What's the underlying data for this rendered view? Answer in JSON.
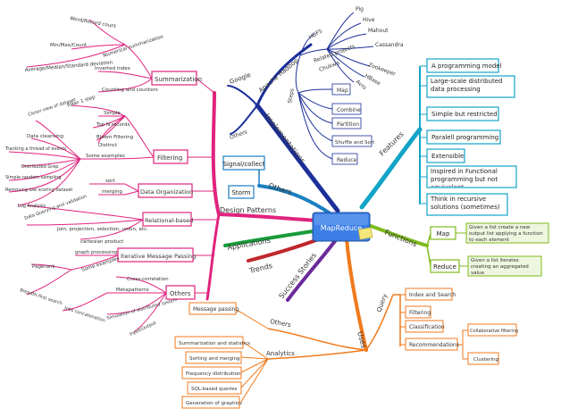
{
  "center": {
    "label": "MapReduce"
  },
  "colors": {
    "design": "#e0237e",
    "impl": "#1b2f9a",
    "features": "#11a4c8",
    "functions": "#7dbb1a",
    "uses": "#f07a1c",
    "success": "#6b2a9a",
    "trends": "#c0262c",
    "applications": "#189b3a",
    "others_top": "#1a7fc0",
    "center_fill": "#3b7fe6",
    "note": "#f4e77a"
  },
  "main_branches": {
    "design_patterns": "Design Patterns",
    "implementations": "Implementations",
    "features": "Features",
    "functions": "Functions",
    "uses": "Uses",
    "success_stories": "Success Stories",
    "trends": "Trends",
    "applications": "Applications",
    "others": "Others"
  },
  "others_top": {
    "items": [
      "Signal/collect",
      "Storm"
    ]
  },
  "features": {
    "items": [
      "A programming model",
      "Large-scale distributed data processing",
      "Simple but restricted",
      "Paralell programming",
      "Extensible",
      "Inspired in Functional programming but not equivalent",
      "Think in recursive solutions (sometimes)"
    ]
  },
  "functions": {
    "items": [
      {
        "name": "Map",
        "desc": "Given a list create a new output list applying a function to each element"
      },
      {
        "name": "Reduce",
        "desc": "Given a list iterates creating an aggregated value"
      }
    ]
  },
  "implementations": {
    "google": "Google",
    "others": "Others",
    "apache_hadoop": "Apache Hadoop",
    "hdfs": "HDFS",
    "related_projects": "Related projects",
    "chukwa": "Chukwa",
    "related": [
      "Pig",
      "Hive",
      "Mahout",
      "Cassandra",
      "Zookeeper",
      "HBase",
      "Avro"
    ],
    "steps": "Steps",
    "step_items": [
      "Map",
      "Combine",
      "Partition",
      "Shuffle and Sort",
      "Reduce"
    ]
  },
  "uses": {
    "query": "Query",
    "query_items": [
      "Index and Search",
      "Filtering",
      "Classification",
      "Recommendations"
    ],
    "recommendation_items": [
      "Collaborative filtering",
      "Clustering"
    ],
    "others": "Others",
    "message_passing": "Message passing",
    "analytics": "Analytics",
    "analytics_items": [
      "Summarization and statistics",
      "Sorting and merging",
      "Frequency distribution",
      "SQL-based queries",
      "Generation of graphics"
    ]
  },
  "design_patterns": {
    "summarization": "Summarization",
    "numerical": "Numerical summarization",
    "numerical_items": [
      "Word/Record count",
      "Min/Max/Count",
      "Average/Median/Standard deviation"
    ],
    "inverted_index": "Inverted index",
    "counting": "Counting and counters",
    "filtering": "Filtering",
    "filter_simple": [
      "Filter 1 step",
      "Simple",
      "Top N records",
      "Bloom Filtering",
      "Distinct"
    ],
    "some_examples": "Some examples",
    "filter_examples": [
      "Closer view of dataset",
      "Data cleansing",
      "Tracking a thread of events",
      "Distributed Grep",
      "Simple random sampling",
      "Removing low scoring dataset",
      "Log Analysis"
    ],
    "data_org": "Data Organization",
    "data_org_items": [
      "sort",
      "merging"
    ],
    "relational": "Relational-based",
    "relational_items": [
      "Data Querying and validation",
      "Join, projection, selection, union, etc.",
      "cartesian product"
    ],
    "iterative": "Iterative Message Passing",
    "graph_processing": "graph processing",
    "iter_examples": "Some examples",
    "iter_items": [
      "Pagerank",
      "Breadth-first search"
    ],
    "others": "Others",
    "others_items": [
      "Cross-correlation",
      "Metapatterns",
      "Jobs concatenation",
      "Simulation of distributed system",
      "Input/Output"
    ]
  }
}
